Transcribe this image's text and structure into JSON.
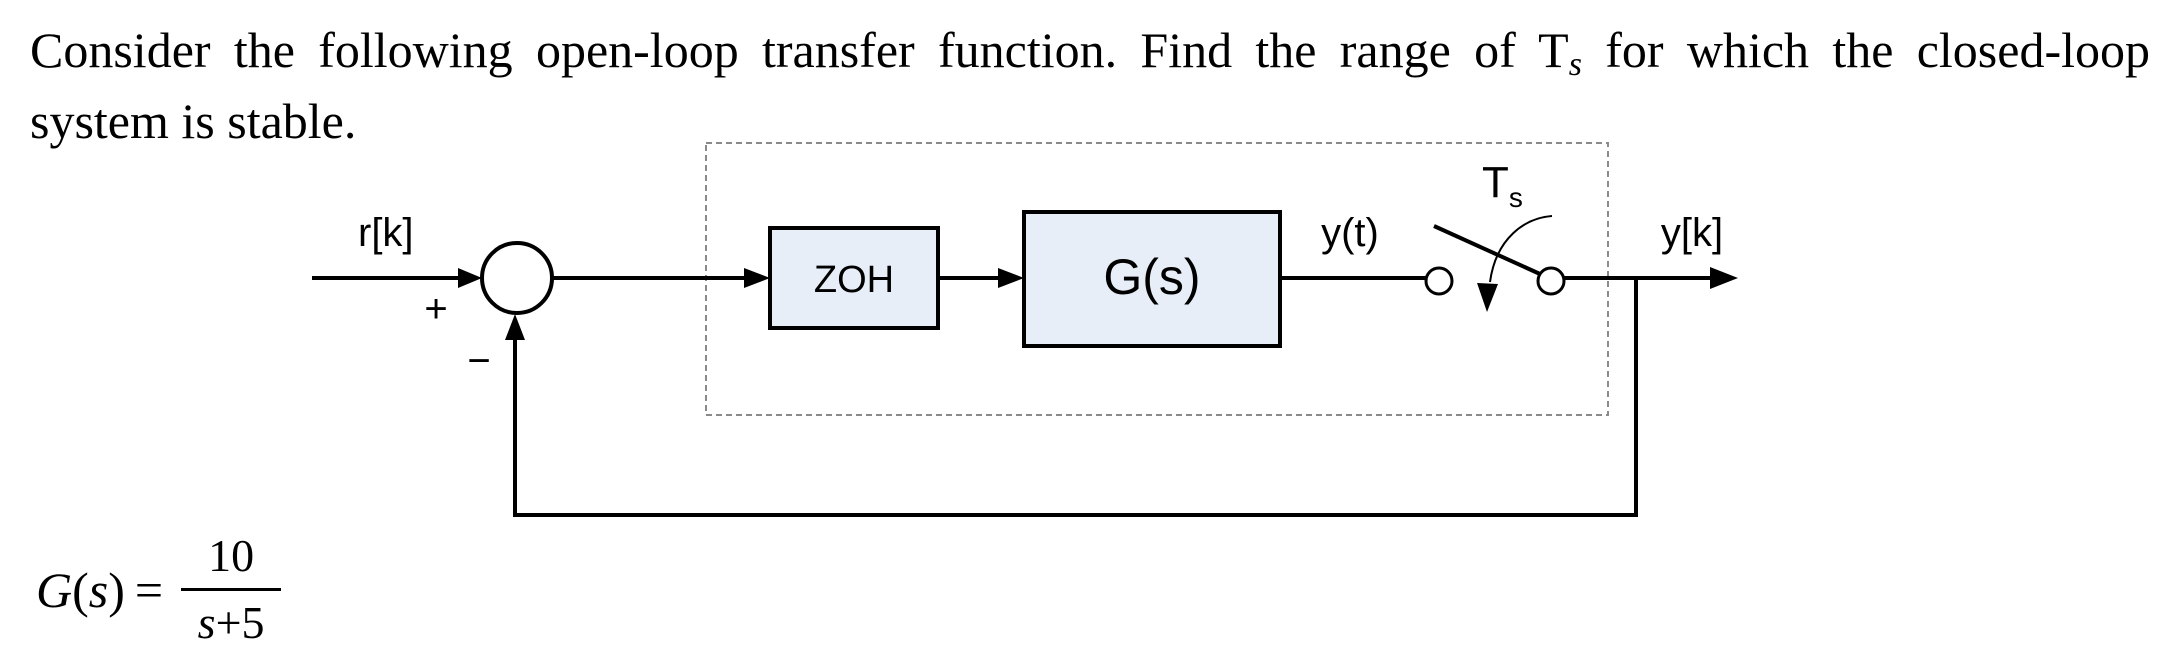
{
  "question": {
    "text_before": "Consider the following open-loop transfer function. Find the range of T",
    "subscript": "s",
    "text_after": " for which the closed-loop system is stable."
  },
  "diagram": {
    "input_label": "r[k]",
    "plus_sign": "+",
    "minus_sign": "−",
    "zoh_label": "ZOH",
    "plant_label": "G(s)",
    "continuous_output_label": "y(t)",
    "sampler_label_main": "T",
    "sampler_label_sub": "s",
    "output_label": "y[k]",
    "colors": {
      "block_fill": "#e8eef8",
      "stroke": "#000000",
      "dashed_box": "#8a8a8a"
    }
  },
  "formula": {
    "lhs_func": "G",
    "lhs_arg": "(s)",
    "equals": "=",
    "numerator": "10",
    "denominator_var": "s",
    "denominator_rest": "+5"
  }
}
